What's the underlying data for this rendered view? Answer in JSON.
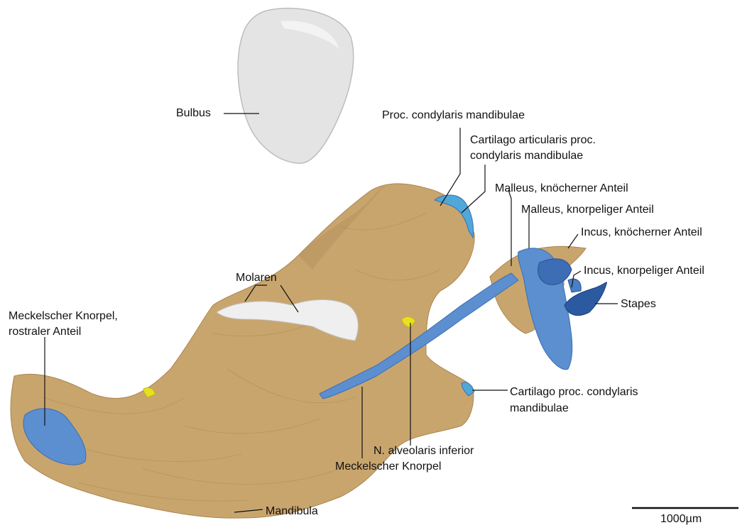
{
  "labels": {
    "bulbus": "Bulbus",
    "proc_condylaris": "Proc. condylaris mandibulae",
    "cartilago_articularis_1": "Cartilago articularis proc.",
    "cartilago_articularis_2": "condylaris mandibulae",
    "malleus_knoechern": "Malleus, knöcherner Anteil",
    "malleus_knorpelig": "Malleus, knorpeliger Anteil",
    "incus_knoechern": "Incus, knöcherner Anteil",
    "incus_knorpelig": "Incus, knorpeliger Anteil",
    "stapes": "Stapes",
    "molaren": "Molaren",
    "meckel_rostral_1": "Meckelscher Knorpel,",
    "meckel_rostral_2": "rostraler Anteil",
    "cartilago_proc_1": "Cartilago proc. condylaris",
    "cartilago_proc_2": "mandibulae",
    "n_alveolaris": "N. alveolaris inferior",
    "meckel": "Meckelscher Knorpel",
    "mandibula": "Mandibula"
  },
  "scale_bar": {
    "label": "1000µm"
  },
  "colors": {
    "bone": "#c9a56e",
    "bone_dark": "#a98550",
    "cartilage": "#5b8fcf",
    "cartilage_dark": "#3c6db5",
    "cartilage_light": "#4fa8d8",
    "bulbus": "#e4e4e4",
    "molar": "#efefef",
    "nerve": "#e8e020"
  }
}
